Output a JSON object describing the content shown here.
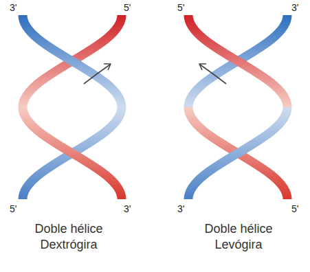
{
  "diagram": {
    "labels": [
      "3'",
      "5'",
      "5'",
      "3'",
      "5'",
      "3'",
      "3'",
      "5'",
      "Doble hélice Dextrógira",
      "Doble hélice Levógira"
    ]
  }
}
